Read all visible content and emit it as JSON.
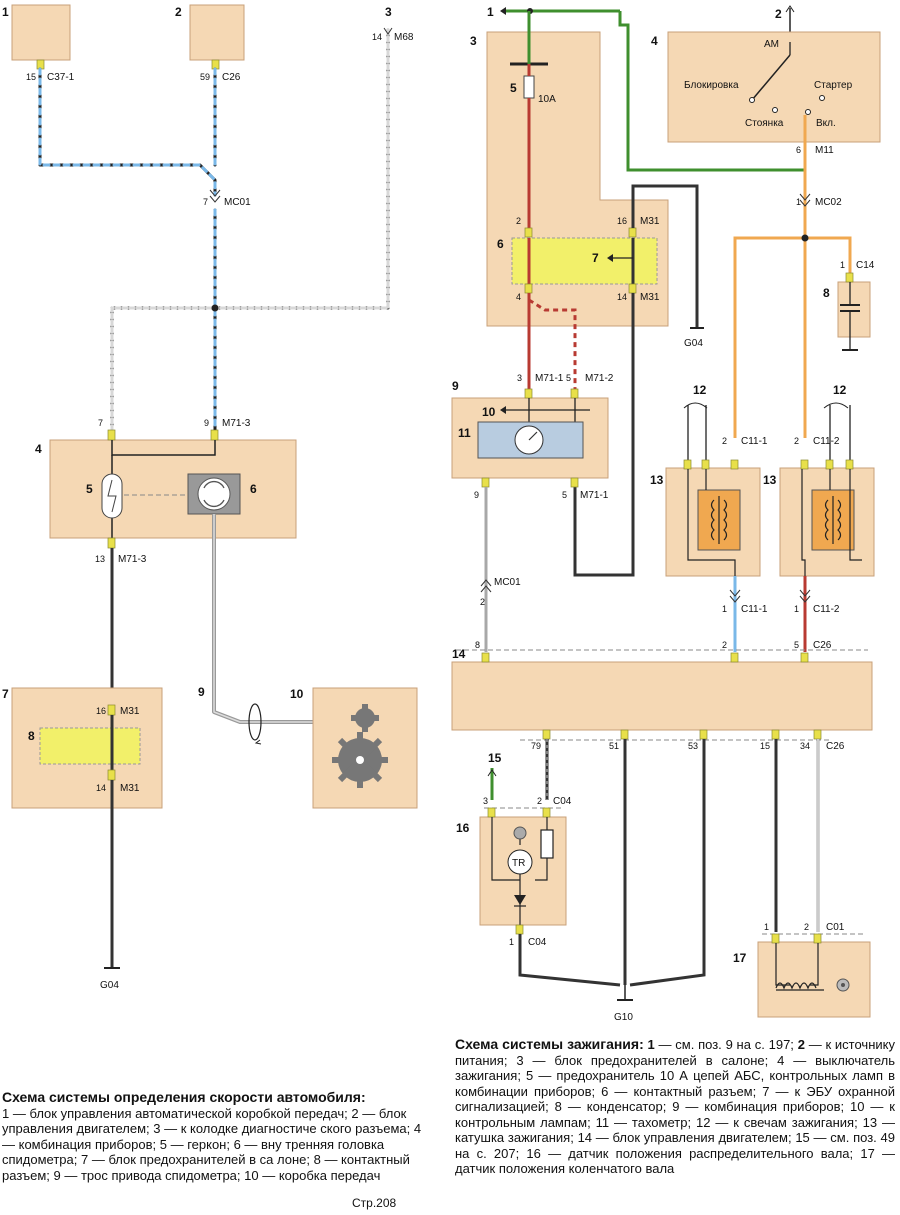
{
  "left": {
    "callouts": [
      "1",
      "2",
      "3",
      "4",
      "5",
      "6",
      "7",
      "8",
      "9",
      "10"
    ],
    "connectors": {
      "c37": "C37-1",
      "c37_pin": "15",
      "c26": "C26",
      "c26_pin": "59",
      "m68": "M68",
      "m68_pin": "14",
      "mc01": "MC01",
      "mc01_pin": "7",
      "m71_top": "M71-3",
      "m71_top_pin_a": "7",
      "m71_top_pin_b": "9",
      "m71_bot": "M71-3",
      "m71_bot_pin": "13",
      "m31_top": "M31",
      "m31_top_pin": "16",
      "m31_bot": "M31",
      "m31_bot_pin": "14",
      "ground": "G04"
    }
  },
  "right": {
    "callouts": [
      "1",
      "2",
      "3",
      "4",
      "5",
      "6",
      "7",
      "8",
      "9",
      "10",
      "11",
      "12",
      "12",
      "13",
      "13",
      "14",
      "15",
      "16",
      "17"
    ],
    "fuse": "10A",
    "switch": {
      "am": "AM",
      "lock": "Блокировка",
      "starter": "Стартер",
      "park": "Стоянка",
      "on": "Вкл."
    },
    "connectors": {
      "m11": "M11",
      "m11_pin": "6",
      "mc02": "MC02",
      "mc02_pin": "1",
      "c14": "C14",
      "c14_pin": "1",
      "m31_top": "M31",
      "m31_top_pin_a": "2",
      "m31_top_pin_b": "16",
      "m31_bot": "M31",
      "m31_bot_pin_a": "4",
      "m31_bot_pin_b": "14",
      "g04": "G04",
      "m71_1": "M71-1",
      "m71_1_pin": "3",
      "m71_2": "M71-2",
      "m71_2_pin": "5",
      "c11_1_top": "C11-1",
      "c11_1_top_pin": "2",
      "c11_2_top": "C11-2",
      "c11_2_top_pin": "2",
      "pin9": "9",
      "m71_1b": "M71-1",
      "m71_1b_pin": "5",
      "mc01": "MC01",
      "mc01_pin": "2",
      "c11_1_bot": "C11-1",
      "c11_1_bot_pin": "1",
      "c11_2_bot": "C11-2",
      "c11_2_bot_pin": "1",
      "pin8": "8",
      "pin2": "2",
      "c26": "C26",
      "c26_pin": "5",
      "ecu_pins": [
        "79",
        "51",
        "53",
        "15",
        "34"
      ],
      "c26b": "C26",
      "c04_top": "C04",
      "c04_pin_a": "3",
      "c04_pin_b": "2",
      "tr": "TR",
      "c04_bot": "C04",
      "c04_bot_pin": "1",
      "c01": "C01",
      "c01_pin_a": "1",
      "c01_pin_b": "2",
      "g10": "G10"
    }
  },
  "captions": {
    "left_title": "Схема системы определения скорости автомобиля:",
    "left_body": "1 — блок управления автоматической коробкой передач; 2 — блок управления двигателем; 3 — к колодке диагностиче ского разъема; 4 — комбинация приборов; 5 — геркон; 6 — вну тренняя головка спидометра; 7 — блок предохранителей в са лоне; 8 — контактный разъем; 9 — трос привода спидометра; 10 — коробка передач",
    "page": "Стр.208",
    "right_title": "Схема системы зажигания:",
    "right_body_a": " 1",
    "right_body_b": " — см. поз. 9 на с. 197; ",
    "right_body_c": "2",
    "right_body_d": " — к источнику питания; 3 — блок предохранителей в салоне; 4 — выключатель зажигания; 5 — предохранитель 10 А цепей АБС, контрольных ламп в комбинации приборов; 6 — контактный разъем; 7 — к ЭБУ охранной сигнализацией; 8 — конденсатор; 9 — комбинация приборов; 10 — к контрольным лампам; 11 — тахометр; 12 — к свечам зажигания; 13 — катушка зажигания; 14 — блок управления двигателем; 15 — см. поз. 49 на с. 207; 16 — датчик положения распределительного вала; 17 — датчик положения коленчатого вала"
  },
  "colors": {
    "box_fill": "#f5d8b4",
    "box_stroke": "#c8a07a",
    "yellow": "#f2f06a",
    "blue": "#7ab8e8",
    "green": "#3f8f2e",
    "red": "#b83a32",
    "orange": "#f0a850",
    "gray": "#a8a8a8",
    "wire_dark": "#333333",
    "pin": "#e8e04a"
  }
}
